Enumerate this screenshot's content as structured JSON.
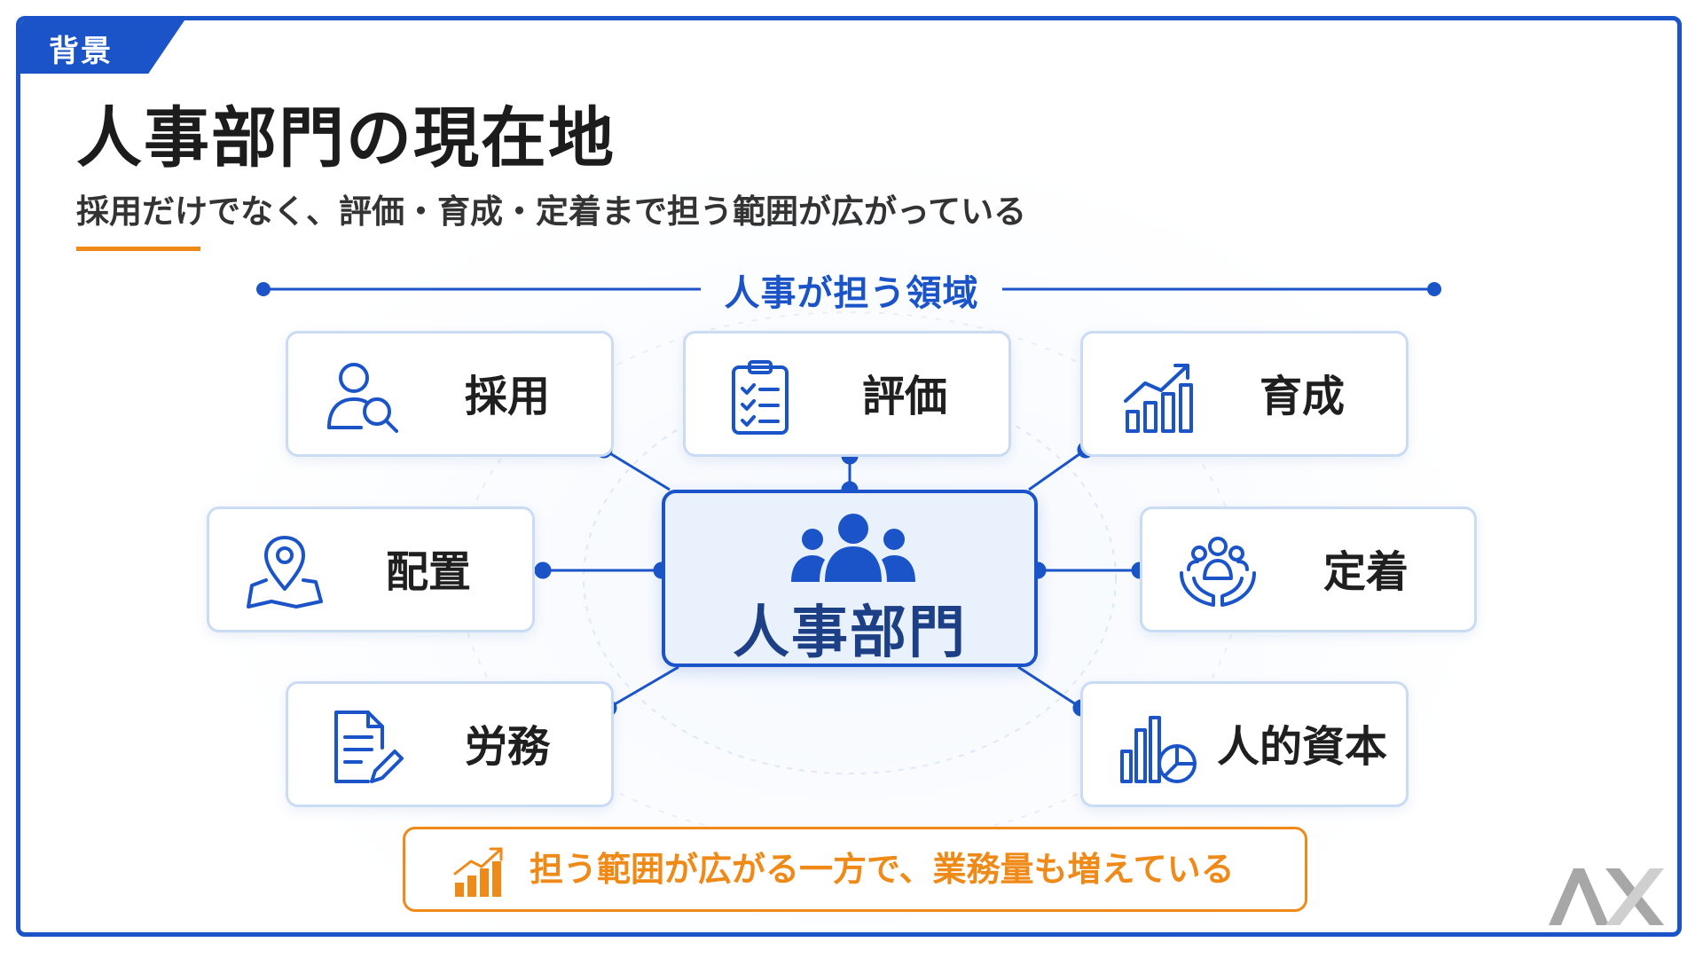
{
  "tag": {
    "label": "背景"
  },
  "title": "人事部門の現在地",
  "subtitle": "採用だけでなく、評価・育成・定着まで担う範囲が広がっている",
  "section_label": "人事が担う領域",
  "center": {
    "label": "人事部門",
    "icon": "people-group-icon"
  },
  "nodes": [
    {
      "label": "採用",
      "icon": "user-search-icon"
    },
    {
      "label": "評価",
      "icon": "clipboard-check-icon"
    },
    {
      "label": "育成",
      "icon": "growth-chart-icon"
    },
    {
      "label": "配置",
      "icon": "map-pin-icon"
    },
    {
      "label": "定着",
      "icon": "hands-people-icon"
    },
    {
      "label": "労務",
      "icon": "document-edit-icon"
    },
    {
      "label": "人的資本",
      "icon": "bar-pie-chart-icon"
    }
  ],
  "callout": {
    "text": "担う範囲が広がる一方で、業務量も増えている",
    "icon": "rising-bars-icon"
  },
  "logo": {
    "text": "AX"
  },
  "colors": {
    "primary": "#1a54c8",
    "accent": "#ef8a18",
    "node_border": "#c9dcf4",
    "center_fill": "#e9f1fd"
  }
}
